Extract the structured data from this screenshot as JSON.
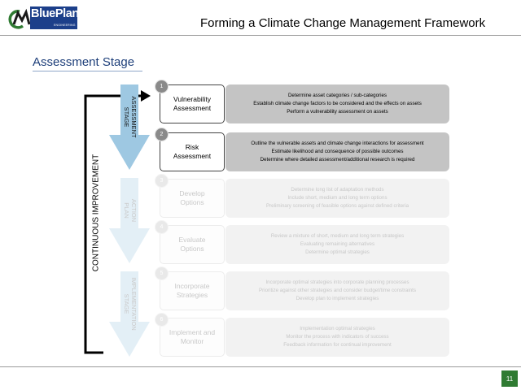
{
  "header": {
    "logo_text": "BluePlan",
    "logo_subtext": "ENGINEERING",
    "title": "Forming a Climate Change Management Framework"
  },
  "subtitle": "Assessment Stage",
  "loop_label": "CONTINUOUS IMPROVEMENT",
  "stages": [
    {
      "label_line1": "ASSESSMENT",
      "label_line2": "STAGE",
      "active": true
    },
    {
      "label_line1": "ACTION",
      "label_line2": "PLAN",
      "active": false
    },
    {
      "label_line1": "IMPLEMENTATION",
      "label_line2": "STAGE",
      "active": false
    }
  ],
  "steps": [
    {
      "number": "1",
      "name_line1": "Vulnerability",
      "name_line2": "Assessment",
      "active": true,
      "desc": [
        "Determine asset categories / sub-categories",
        "Establish climate change factors to be considered and the effects on assets",
        "Perform a vulnerability assessment on assets"
      ]
    },
    {
      "number": "2",
      "name_line1": "Risk",
      "name_line2": "Assessment",
      "active": true,
      "desc": [
        "Outline the vulnerable assets and climate change interactions for assessment",
        "Estimate likelihood and consequence of possible outcomes",
        "Determine where detailed assessment/additional research is required"
      ]
    },
    {
      "number": "3",
      "name_line1": "Develop",
      "name_line2": "Options",
      "active": false,
      "desc": [
        "Determine long list of adaptation methods",
        "Include short, medium and long term options",
        "Preliminary screening of feasible options against defined criteria"
      ]
    },
    {
      "number": "4",
      "name_line1": "Evaluate",
      "name_line2": "Options",
      "active": false,
      "desc": [
        "Review a mixture of short, medium and long term strategies",
        "Evaluating remaining alternatives",
        "Determine optimal strategies"
      ]
    },
    {
      "number": "5",
      "name_line1": "Incorporate",
      "name_line2": "Strategies",
      "active": false,
      "desc": [
        "Incorporate optimal strategies into corporate planning processes",
        "Prioritize against other strategies and consider budget/time constraints",
        "Develop plan to implement strategies"
      ]
    },
    {
      "number": "6",
      "name_line1": "Implement and",
      "name_line2": "Monitor",
      "active": false,
      "desc": [
        "Implementation optimal strategies",
        "Monitor the process with indicators of success",
        "Feedback information for continual improvement"
      ]
    }
  ],
  "page_number": "11",
  "colors": {
    "brand_blue": "#1c3f8a",
    "logo_green": "#2f7b32",
    "active_arrow": "#9ec8e2",
    "inactive_arrow": "#e3eff6",
    "active_desc": "#c4c4c4",
    "inactive_desc": "#f2f2f2"
  }
}
